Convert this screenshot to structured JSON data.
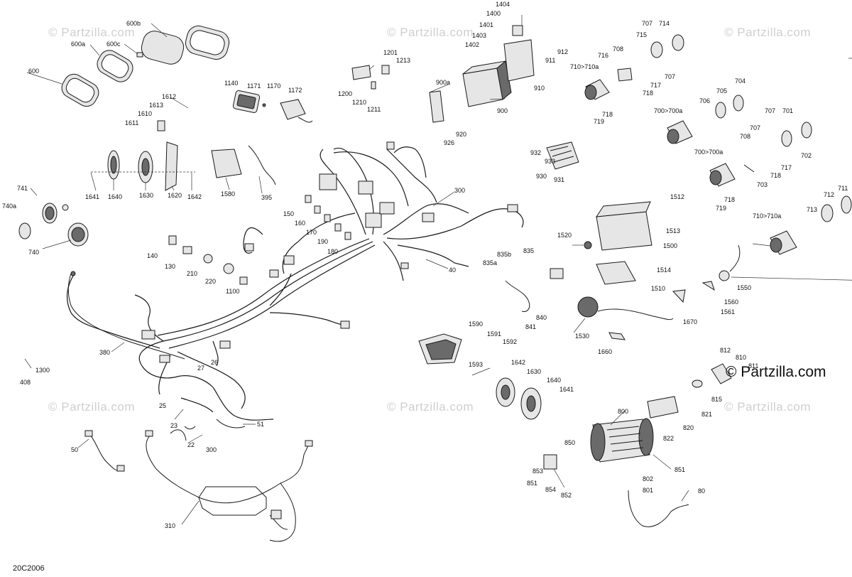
{
  "watermark_text": "© Partzilla.com",
  "brand_text": "© Partzilla.com",
  "diagram_code": "20C2006",
  "labels": [
    {
      "id": "l_1404",
      "text": "1404"
    },
    {
      "id": "l_1400",
      "text": "1400"
    },
    {
      "id": "l_1401",
      "text": "1401"
    },
    {
      "id": "l_1403",
      "text": "1403"
    },
    {
      "id": "l_1402",
      "text": "1402"
    },
    {
      "id": "l_912",
      "text": "912"
    },
    {
      "id": "l_911",
      "text": "911"
    },
    {
      "id": "l_910",
      "text": "910"
    },
    {
      "id": "l_900a",
      "text": "900a"
    },
    {
      "id": "l_900",
      "text": "900"
    },
    {
      "id": "l_920",
      "text": "920"
    },
    {
      "id": "l_926",
      "text": "926"
    },
    {
      "id": "l_1201",
      "text": "1201"
    },
    {
      "id": "l_1213",
      "text": "1213"
    },
    {
      "id": "l_1200",
      "text": "1200"
    },
    {
      "id": "l_1210",
      "text": "1210"
    },
    {
      "id": "l_1211",
      "text": "1211"
    },
    {
      "id": "l_600b",
      "text": "600b"
    },
    {
      "id": "l_600a",
      "text": "600a"
    },
    {
      "id": "l_600c",
      "text": "600c"
    },
    {
      "id": "l_600",
      "text": "600"
    },
    {
      "id": "l_1140",
      "text": "1140"
    },
    {
      "id": "l_1171",
      "text": "1171"
    },
    {
      "id": "l_1170",
      "text": "1170"
    },
    {
      "id": "l_1172",
      "text": "1172"
    },
    {
      "id": "l_1612",
      "text": "1612"
    },
    {
      "id": "l_1613",
      "text": "1613"
    },
    {
      "id": "l_1610",
      "text": "1610"
    },
    {
      "id": "l_1611",
      "text": "1611"
    },
    {
      "id": "l_1641a",
      "text": "1641"
    },
    {
      "id": "l_1640a",
      "text": "1640"
    },
    {
      "id": "l_1630a",
      "text": "1630"
    },
    {
      "id": "l_1620",
      "text": "1620"
    },
    {
      "id": "l_1642a",
      "text": "1642"
    },
    {
      "id": "l_1580",
      "text": "1580"
    },
    {
      "id": "l_395",
      "text": "395"
    },
    {
      "id": "l_741",
      "text": "741"
    },
    {
      "id": "l_740a",
      "text": "740a"
    },
    {
      "id": "l_740",
      "text": "740"
    },
    {
      "id": "l_300a",
      "text": "300"
    },
    {
      "id": "l_150",
      "text": "150"
    },
    {
      "id": "l_160",
      "text": "160"
    },
    {
      "id": "l_170",
      "text": "170"
    },
    {
      "id": "l_190",
      "text": "190"
    },
    {
      "id": "l_180",
      "text": "180"
    },
    {
      "id": "l_40",
      "text": "40"
    },
    {
      "id": "l_140",
      "text": "140"
    },
    {
      "id": "l_130",
      "text": "130"
    },
    {
      "id": "l_210",
      "text": "210"
    },
    {
      "id": "l_220",
      "text": "220"
    },
    {
      "id": "l_1100",
      "text": "1100"
    },
    {
      "id": "l_380",
      "text": "380"
    },
    {
      "id": "l_1300",
      "text": "1300"
    },
    {
      "id": "l_408",
      "text": "408"
    },
    {
      "id": "l_26",
      "text": "26"
    },
    {
      "id": "l_27",
      "text": "27"
    },
    {
      "id": "l_25",
      "text": "25"
    },
    {
      "id": "l_23",
      "text": "23"
    },
    {
      "id": "l_51",
      "text": "51"
    },
    {
      "id": "l_22",
      "text": "22"
    },
    {
      "id": "l_300b",
      "text": "300"
    },
    {
      "id": "l_50",
      "text": "50"
    },
    {
      "id": "l_310",
      "text": "310"
    },
    {
      "id": "l_707a",
      "text": "707"
    },
    {
      "id": "l_714",
      "text": "714"
    },
    {
      "id": "l_715",
      "text": "715"
    },
    {
      "id": "l_708a",
      "text": "708"
    },
    {
      "id": "l_716",
      "text": "716"
    },
    {
      "id": "l_710a",
      "text": "710>710a"
    },
    {
      "id": "l_707b",
      "text": "707"
    },
    {
      "id": "l_717a",
      "text": "717"
    },
    {
      "id": "l_718a",
      "text": "718"
    },
    {
      "id": "l_718b",
      "text": "718"
    },
    {
      "id": "l_719a",
      "text": "719"
    },
    {
      "id": "l_704",
      "text": "704"
    },
    {
      "id": "l_705",
      "text": "705"
    },
    {
      "id": "l_706",
      "text": "706"
    },
    {
      "id": "l_700a",
      "text": "700>700a"
    },
    {
      "id": "l_707c",
      "text": "707"
    },
    {
      "id": "l_701",
      "text": "701"
    },
    {
      "id": "l_707d",
      "text": "707"
    },
    {
      "id": "l_708b",
      "text": "708"
    },
    {
      "id": "l_702",
      "text": "702"
    },
    {
      "id": "l_700b",
      "text": "700>700a"
    },
    {
      "id": "l_717b",
      "text": "717"
    },
    {
      "id": "l_718c",
      "text": "718"
    },
    {
      "id": "l_703",
      "text": "703"
    },
    {
      "id": "l_718d",
      "text": "718"
    },
    {
      "id": "l_719b",
      "text": "719"
    },
    {
      "id": "l_711",
      "text": "711"
    },
    {
      "id": "l_712",
      "text": "712"
    },
    {
      "id": "l_713",
      "text": "713"
    },
    {
      "id": "l_710b",
      "text": "710>710a"
    },
    {
      "id": "l_932",
      "text": "932"
    },
    {
      "id": "l_933",
      "text": "933"
    },
    {
      "id": "l_930",
      "text": "930"
    },
    {
      "id": "l_931",
      "text": "931"
    },
    {
      "id": "l_1512",
      "text": "1512"
    },
    {
      "id": "l_1513",
      "text": "1513"
    },
    {
      "id": "l_1500",
      "text": "1500"
    },
    {
      "id": "l_1520",
      "text": "1520"
    },
    {
      "id": "l_1514",
      "text": "1514"
    },
    {
      "id": "l_1510",
      "text": "1510"
    },
    {
      "id": "l_835b",
      "text": "835b"
    },
    {
      "id": "l_835",
      "text": "835"
    },
    {
      "id": "l_835a",
      "text": "835a"
    },
    {
      "id": "l_840",
      "text": "840"
    },
    {
      "id": "l_841",
      "text": "841"
    },
    {
      "id": "l_1550",
      "text": "1550"
    },
    {
      "id": "l_1560",
      "text": "1560"
    },
    {
      "id": "l_1561",
      "text": "1561"
    },
    {
      "id": "l_1670",
      "text": "1670"
    },
    {
      "id": "l_1530",
      "text": "1530"
    },
    {
      "id": "l_1660",
      "text": "1660"
    },
    {
      "id": "l_1590",
      "text": "1590"
    },
    {
      "id": "l_1591",
      "text": "1591"
    },
    {
      "id": "l_1592",
      "text": "1592"
    },
    {
      "id": "l_1593",
      "text": "1593"
    },
    {
      "id": "l_1642b",
      "text": "1642"
    },
    {
      "id": "l_1630b",
      "text": "1630"
    },
    {
      "id": "l_1640b",
      "text": "1640"
    },
    {
      "id": "l_1641b",
      "text": "1641"
    },
    {
      "id": "l_812",
      "text": "812"
    },
    {
      "id": "l_810",
      "text": "810"
    },
    {
      "id": "l_811",
      "text": "811"
    },
    {
      "id": "l_815",
      "text": "815"
    },
    {
      "id": "l_821",
      "text": "821"
    },
    {
      "id": "l_820",
      "text": "820"
    },
    {
      "id": "l_822",
      "text": "822"
    },
    {
      "id": "l_800",
      "text": "800"
    },
    {
      "id": "l_850",
      "text": "850"
    },
    {
      "id": "l_853",
      "text": "853"
    },
    {
      "id": "l_851a",
      "text": "851"
    },
    {
      "id": "l_854",
      "text": "854"
    },
    {
      "id": "l_852",
      "text": "852"
    },
    {
      "id": "l_851b",
      "text": "851"
    },
    {
      "id": "l_802",
      "text": "802"
    },
    {
      "id": "l_801",
      "text": "801"
    },
    {
      "id": "l_80",
      "text": "80"
    }
  ]
}
